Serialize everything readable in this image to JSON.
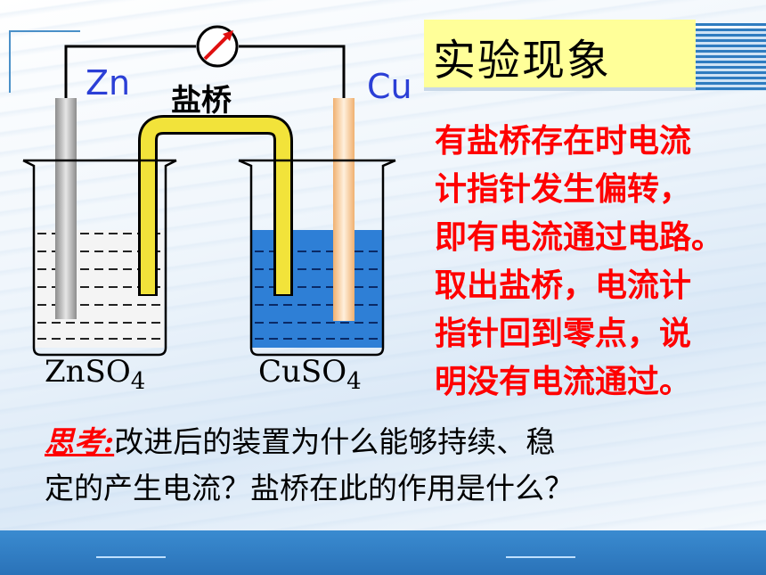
{
  "title": "实验现象",
  "labels": {
    "zn": "Zn",
    "cu": "Cu",
    "salt_bridge": "盐桥",
    "znso4": "ZnSO",
    "cuso4": "CuSO",
    "subscript": "4"
  },
  "observation_lines": [
    "有盐桥存在时电流",
    "计指针发生偏转，",
    "即有电流通过电路。",
    "取出盐桥，电流计",
    "指针回到零点，说",
    "明没有电流通过。"
  ],
  "question": {
    "prefix": "思考:",
    "line1": "改进后的装置为什么能够持续、稳",
    "line2": "定的产生电流？盐桥在此的作用是什么？"
  },
  "colors": {
    "title_bg": "#ffff99",
    "observation_text": "#ff0000",
    "cuso4_solution": "#2e7fd6",
    "salt_bridge": "#f2e33a",
    "bottom_bar": "#2f7cc0"
  }
}
